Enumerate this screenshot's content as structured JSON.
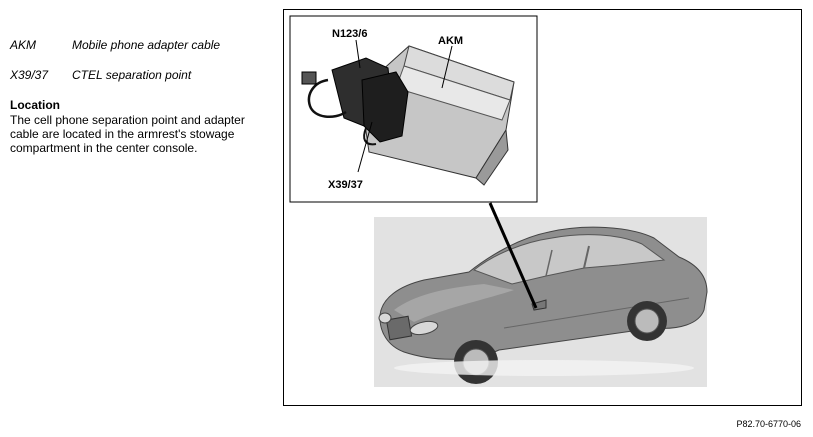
{
  "legend": [
    {
      "code": "AKM",
      "description": "Mobile phone adapter cable"
    },
    {
      "code": "X39/37",
      "description": "CTEL separation point"
    }
  ],
  "location": {
    "title": "Location",
    "text": "The cell phone separation point and adapter cable are located in the armrest's stowage compartment in the center console."
  },
  "figure": {
    "callouts": {
      "n123": "N123/6",
      "akm": "AKM",
      "x39": "X39/37"
    },
    "reference": "P82.70-6770-06"
  }
}
